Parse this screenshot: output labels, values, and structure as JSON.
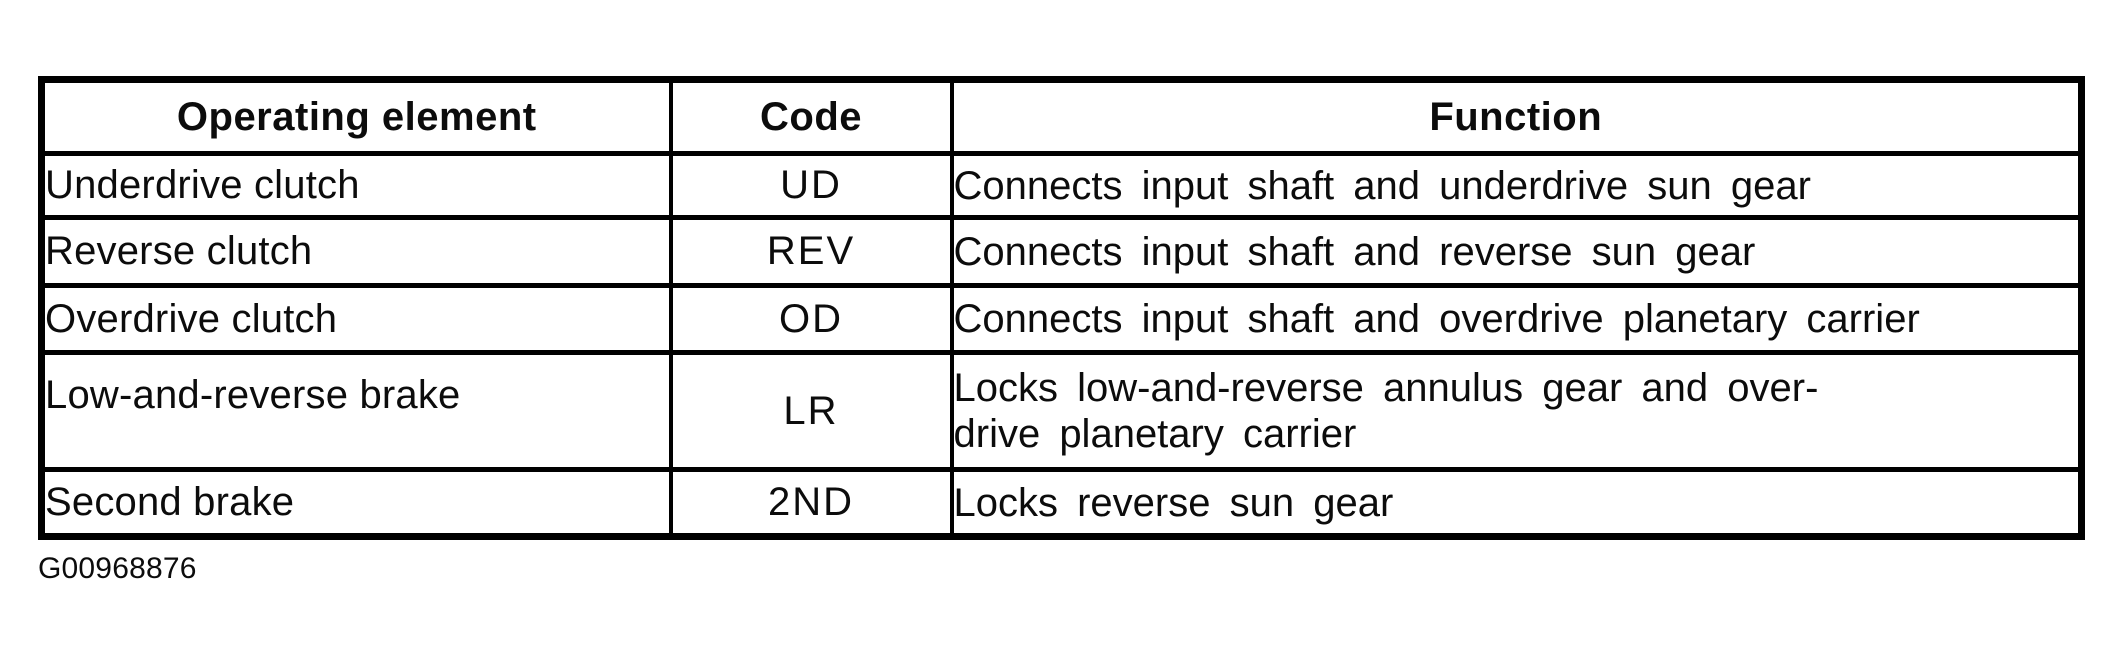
{
  "table": {
    "headers": [
      "Operating element",
      "Code",
      "Function"
    ],
    "rows": [
      {
        "element": "Underdrive clutch",
        "code": "UD",
        "function": "Connects input shaft and underdrive sun gear"
      },
      {
        "element": "Reverse clutch",
        "code": "REV",
        "function": "Connects input shaft and reverse sun gear"
      },
      {
        "element": "Overdrive clutch",
        "code": "OD",
        "function": "Connects input shaft and overdrive planetary carrier"
      },
      {
        "element": "Low-and-reverse brake",
        "code": "LR",
        "function": "Locks low-and-reverse annulus gear and over-\ndrive planetary carrier"
      },
      {
        "element": "Second brake",
        "code": "2ND",
        "function": "Locks reverse sun gear"
      }
    ]
  },
  "figure_code": "G00968876"
}
